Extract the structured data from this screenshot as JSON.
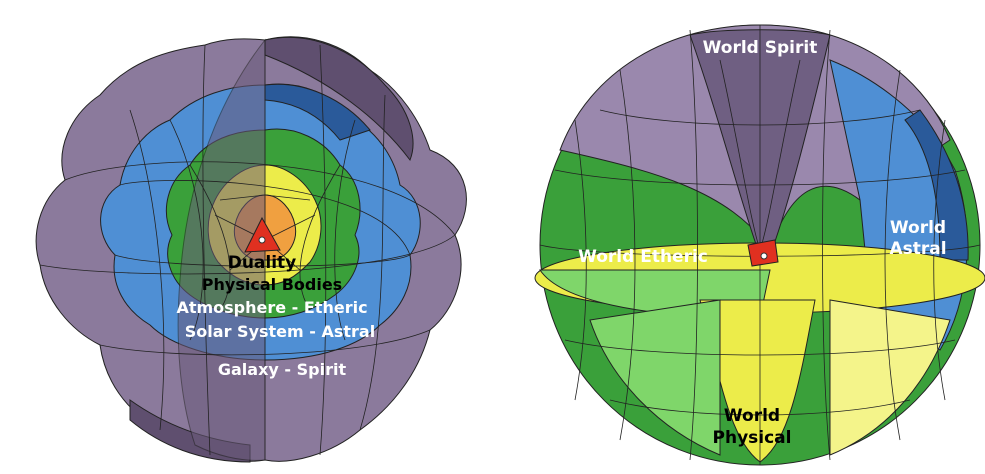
{
  "left_diagram": {
    "labels": {
      "duality": "Duality",
      "physical": "Physical Bodies",
      "etheric": "Atmosphere - Etheric",
      "astral": "Solar System - Astral",
      "spirit": "Galaxy - Spirit"
    }
  },
  "right_diagram": {
    "labels": {
      "spirit": "World Spirit",
      "etheric": "World Etheric",
      "astral_line1": "World",
      "astral_line2": "Astral",
      "physical_line1": "World",
      "physical_line2": "Physical"
    }
  },
  "colors": {
    "spirit": "#8b7a9c",
    "spirit_dark": "#5f4f6f",
    "astral": "#4f8fd4",
    "astral_dark": "#2a5a9a",
    "etheric": "#3aa03a",
    "etheric_light": "#7fd66a",
    "physical": "#ecec4a",
    "physical_light": "#f4f48a",
    "duality": "#e03020",
    "label_text": "#ffffff",
    "label_dark": "#000000",
    "outline": "#222222"
  }
}
